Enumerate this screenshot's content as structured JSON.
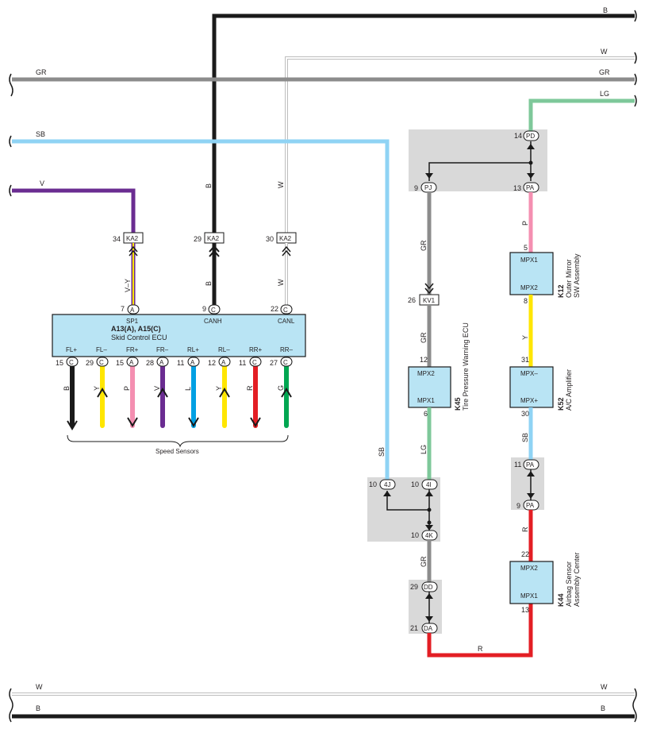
{
  "wires": {
    "top_b": "B",
    "top_w": "W",
    "gr_left": "GR",
    "gr_right": "GR",
    "lg_top": "LG",
    "sb_left": "SB",
    "v_left": "V",
    "canh_color": "B",
    "canl_color": "W",
    "sp1_color": "V–Y",
    "canh_color_lower": "B",
    "canl_color_lower": "W",
    "pj_color": "GR",
    "kv1_color": "GR",
    "k45_out_color": "LG",
    "pa_color": "P",
    "k12_out_color": "Y",
    "k52_out_color": "SB",
    "pa9_out_color": "R",
    "sb_drop_color": "SB",
    "k4_color": "GR",
    "bottom_r": "R",
    "bot_w_left": "W",
    "bot_w_right": "W",
    "bot_b_left": "B",
    "bot_b_right": "B"
  },
  "connectors": {
    "ka2_34": {
      "pin": "34",
      "id": "KA2"
    },
    "ka2_29": {
      "pin": "29",
      "id": "KA2"
    },
    "ka2_30": {
      "pin": "30",
      "id": "KA2"
    },
    "kv1_26": {
      "pin": "26",
      "id": "KV1"
    }
  },
  "ecu": {
    "title1": "A13(A), A15(C)",
    "title2": "Skid Control ECU",
    "top_pins": [
      {
        "num": "7",
        "conn": "A",
        "label": "SP1"
      },
      {
        "num": "9",
        "conn": "C",
        "label": "CANH"
      },
      {
        "num": "22",
        "conn": "C",
        "label": "CANL"
      }
    ],
    "bottom_pins": [
      {
        "num": "15",
        "conn": "C",
        "label": "FL+",
        "wire": "B",
        "color": "#1a1a1a"
      },
      {
        "num": "29",
        "conn": "C",
        "label": "FL–",
        "wire": "Y",
        "color": "#ffe600"
      },
      {
        "num": "15",
        "conn": "A",
        "label": "FR+",
        "wire": "P",
        "color": "#f48fb1"
      },
      {
        "num": "28",
        "conn": "A",
        "label": "FR–",
        "wire": "V",
        "color": "#6a2c91"
      },
      {
        "num": "11",
        "conn": "A",
        "label": "RL+",
        "wire": "L",
        "color": "#00a0e3"
      },
      {
        "num": "12",
        "conn": "A",
        "label": "RL–",
        "wire": "Y",
        "color": "#ffe600"
      },
      {
        "num": "11",
        "conn": "C",
        "label": "RR+",
        "wire": "R",
        "color": "#e31e24"
      },
      {
        "num": "27",
        "conn": "C",
        "label": "RR–",
        "wire": "G",
        "color": "#00a651"
      }
    ],
    "speed_sensors": "Speed Sensors"
  },
  "junctions": {
    "pd": {
      "num": "14",
      "id": "PD"
    },
    "pj": {
      "num": "9",
      "id": "PJ"
    },
    "pa13": {
      "num": "13",
      "id": "PA"
    },
    "pa11": {
      "num": "11",
      "id": "PA"
    },
    "pa9": {
      "num": "9",
      "id": "PA"
    },
    "j4j": {
      "num": "10",
      "id": "4J"
    },
    "j4i": {
      "num": "10",
      "id": "4I"
    },
    "j4k": {
      "num": "10",
      "id": "4K"
    },
    "dd": {
      "num": "29",
      "id": "DD"
    },
    "da": {
      "num": "21",
      "id": "DA"
    }
  },
  "modules": {
    "k45": {
      "code": "K45",
      "name": "Tire Pressure Warning ECU",
      "pin_top": "MPX2",
      "pin_bot": "MPX1",
      "top_num": "12",
      "bot_num": "6"
    },
    "k12": {
      "code": "K12",
      "name1": "Outer Mirror",
      "name2": "SW Assembly",
      "pin_top": "MPX1",
      "pin_bot": "MPX2",
      "top_num": "5",
      "bot_num": "8"
    },
    "k52": {
      "code": "K52",
      "name": "A/C Amplifier",
      "pin_top": "MPX–",
      "pin_bot": "MPX+",
      "top_num": "31",
      "bot_num": "30"
    },
    "k44": {
      "code": "K44",
      "name1": "Airbag Sensor",
      "name2": "Assembly Center",
      "pin_top": "MPX2",
      "pin_bot": "MPX1",
      "top_num": "22",
      "bot_num": "13"
    }
  },
  "colors": {
    "black": "#1a1a1a",
    "white_wire": "#cfcfcf",
    "gray": "#8c8c8c",
    "light_green": "#7ec89a",
    "sky_blue": "#8fd3f4",
    "violet": "#6a2c91",
    "pink": "#f48fb1",
    "yellow": "#ffe600",
    "red": "#e31e24",
    "ecu_fill": "#b9e4f4",
    "module_fill": "#b9e4f4",
    "junction_fill": "#d9d9d9"
  }
}
